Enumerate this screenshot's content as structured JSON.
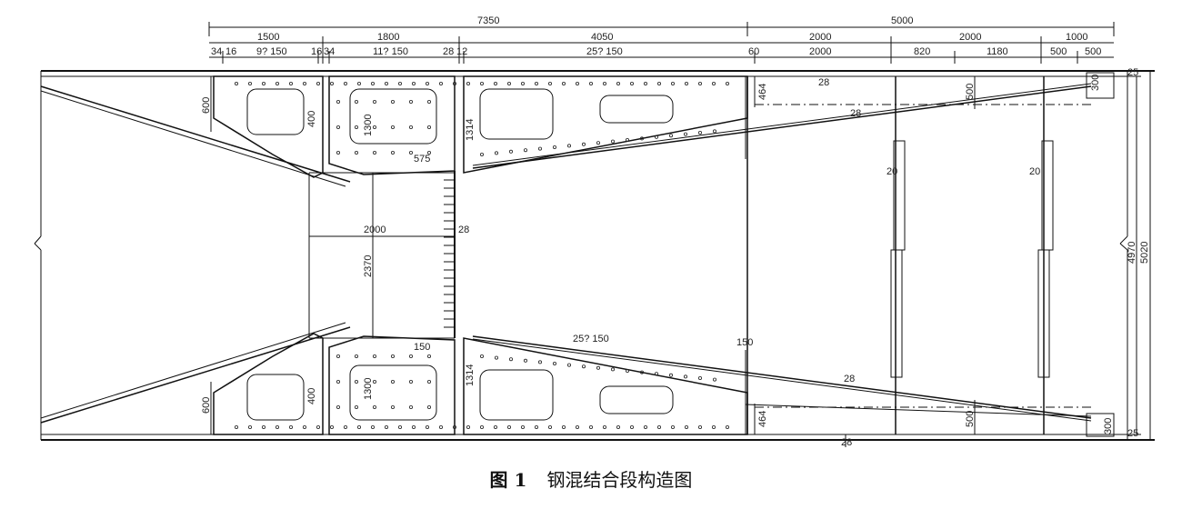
{
  "caption": {
    "figure_number": "图 1",
    "title": "钢混结合段构造图"
  },
  "dimensions": {
    "top_total_left": "7350",
    "top_total_right": "5000",
    "seg_1500": "1500",
    "seg_1800": "1800",
    "seg_4050": "4050",
    "seg_2000_a": "2000",
    "seg_2000_b": "2000",
    "seg_1000": "1000",
    "sub_34_a": "34",
    "sub_16_a": "16",
    "sub_spacing_1": "9? 150",
    "sub_16_b": "16",
    "sub_34_b": "34",
    "sub_spacing_2": "11? 150",
    "sub_28": "28",
    "sub_12": "12",
    "sub_spacing_3": "25? 150",
    "sub_60": "60",
    "sub_2000_c": "2000",
    "sub_820": "820",
    "sub_1180": "1180",
    "sub_500_a": "500",
    "sub_500_b": "500",
    "right_4970": "4970",
    "right_5020": "5020",
    "right_25_top": "25",
    "right_25_bot": "25",
    "right_300_top": "300",
    "right_300_bot": "300",
    "left_600_top": "600",
    "left_600_bot": "600",
    "v_400_top": "400",
    "v_400_bot": "400",
    "v_1300_top": "1300",
    "v_1300_bot": "1300",
    "v_1314_top": "1314",
    "v_1314_bot": "1314",
    "v_2370": "2370",
    "h_2000_mid": "2000",
    "web_28_mid": "28",
    "v_464_top": "464",
    "v_464_bot": "464",
    "v_500_top": "500",
    "v_500_bot": "500",
    "slope_28_top1": "28",
    "slope_28_top2": "28",
    "slope_28_bot1": "28",
    "slope_28_bot2": "28",
    "rib_20_a": "20",
    "rib_20_b": "20",
    "diag_575": "575",
    "diag_150_bot": "150",
    "bottom_spacing": "25? 150",
    "bottom_150": "150"
  }
}
